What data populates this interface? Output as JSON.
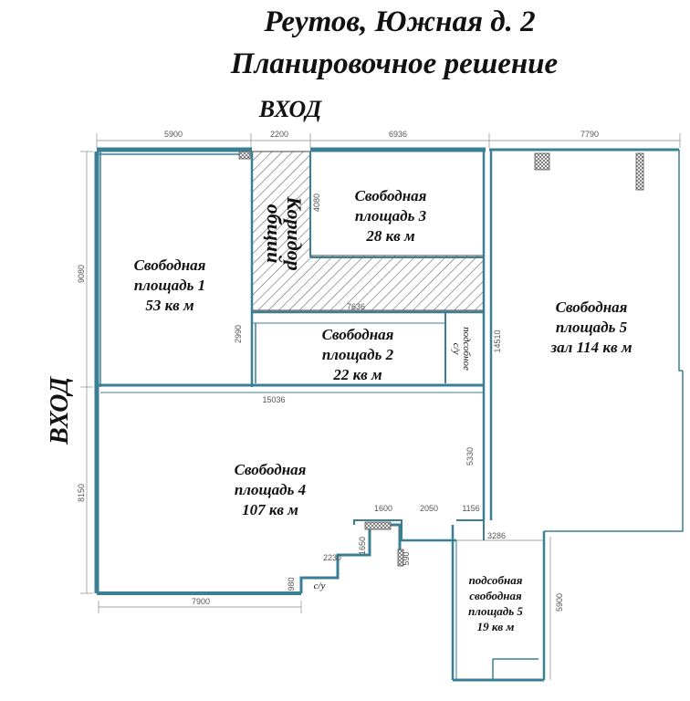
{
  "title": {
    "line1": "Реутов, Южная д. 2",
    "line2": "Планировочное решение"
  },
  "entrances": {
    "top": "ВХОД",
    "left": "ВХОД"
  },
  "rooms": {
    "r1": [
      "Свободная",
      "площадь 1",
      "53 кв м"
    ],
    "r2": [
      "Свободная",
      "площадь 2",
      "22 кв м"
    ],
    "r3": [
      "Свободная",
      "площадь 3",
      "28 кв м"
    ],
    "r4": [
      "Свободная",
      "площадь 4",
      "107 кв м"
    ],
    "r5": [
      "Свободная",
      "площадь 5",
      "зал 114 кв м"
    ],
    "r5b": [
      "подсобная",
      "свободная",
      "площадь 5",
      "19 кв м"
    ],
    "corridor": [
      "Коридор",
      "общий"
    ],
    "utility_vertical": "подсобное",
    "utility_vertical2": "с/у",
    "wc": "с/у"
  },
  "dimensions": {
    "d5900_top": "5900",
    "d2200": "2200",
    "d6936": "6936",
    "d7790": "7790",
    "d9080": "9080",
    "d4080": "4080",
    "d7636": "7636",
    "d2990": "2990",
    "d14510": "14510",
    "d15036": "15036",
    "d5330": "5330",
    "d8150": "8150",
    "d1600": "1600",
    "d2050": "2050",
    "d1156": "1156",
    "d1650": "1650",
    "d3286": "3286",
    "d2230": "2230",
    "d590": "590",
    "d980": "980",
    "d7900": "7900",
    "d5900_side": "5900"
  },
  "colors": {
    "wall": "#3a7f93",
    "hatch": "#555555",
    "dim": "#777777",
    "text": "#111111"
  }
}
